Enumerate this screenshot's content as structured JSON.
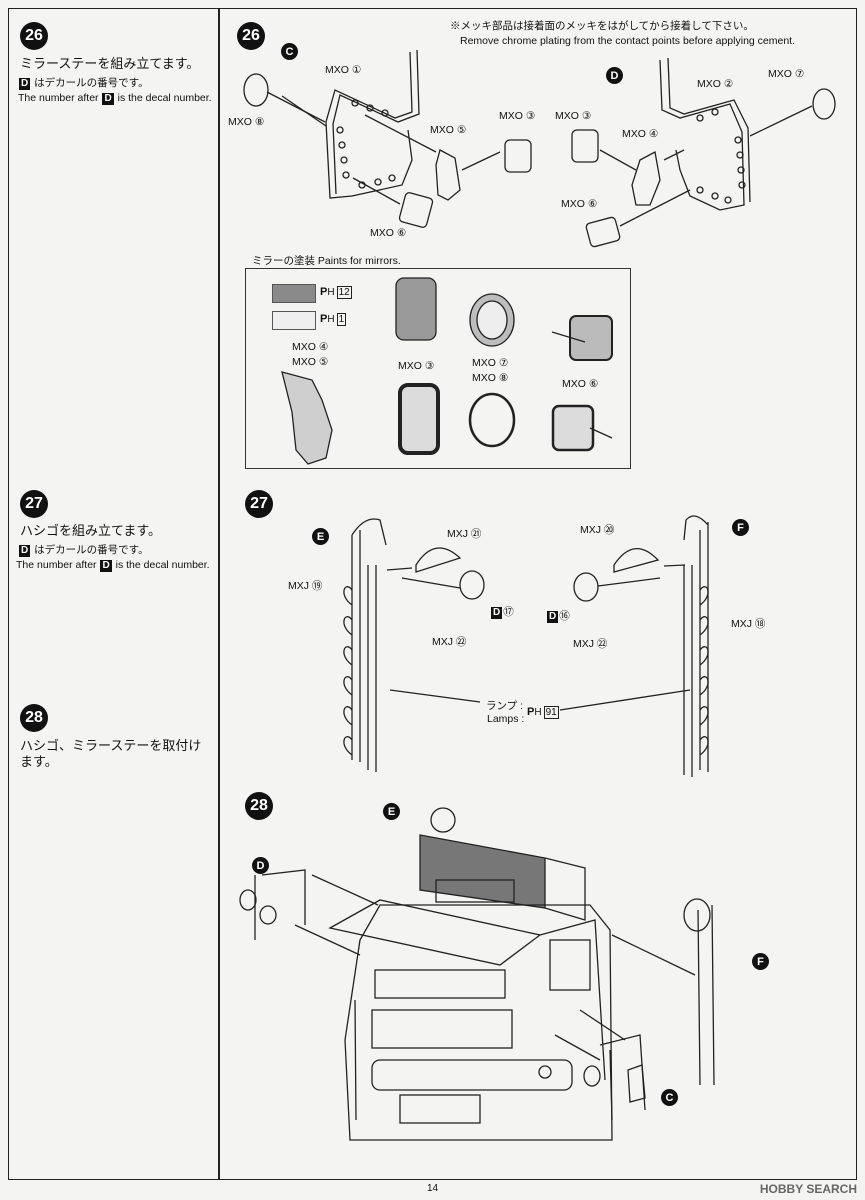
{
  "note": {
    "jp": "※メッキ部品は接着面のメッキをはがしてから接着して下さい。",
    "en": "Remove chrome plating from the contact points before applying cement."
  },
  "left": {
    "s26": {
      "num": "26",
      "jp": "ミラーステーを組み立てます。",
      "decal_jp": "はデカールの番号です。",
      "decal_en_a": "The number after",
      "decal_en_b": "is the decal number.",
      "d": "D"
    },
    "s27": {
      "num": "27",
      "jp": "ハシゴを組み立てます。",
      "decal_jp": "はデカールの番号です。",
      "decal_en_a": "The number after",
      "decal_en_b": "is the decal number.",
      "d": "D"
    },
    "s28": {
      "num": "28",
      "jp_line1": "ハシゴ、ミラーステーを取付け",
      "jp_line2": "ます。"
    }
  },
  "diagram26": {
    "num": "26",
    "letters": {
      "c": "C",
      "d": "D"
    },
    "labels": {
      "mxo1": "MXO ①",
      "mxo8": "MXO ⑧",
      "mxo5": "MXO ⑤",
      "mxo3a": "MXO ③",
      "mxo6a": "MXO ⑥",
      "mxo2": "MXO ②",
      "mxo7": "MXO ⑦",
      "mxo3b": "MXO ③",
      "mxo4": "MXO ④",
      "mxo6b": "MXO ⑥"
    }
  },
  "paints": {
    "title": "ミラーの塗装  Paints for mirrors.",
    "swatch1": {
      "code": "H",
      "num": "12",
      "color": "#8a8a8a"
    },
    "swatch2": {
      "code": "H",
      "num": "1",
      "color": "#efefef"
    },
    "labels": {
      "p4": "MXO ④",
      "p5": "MXO ⑤",
      "p3": "MXO ③",
      "p7": "MXO ⑦",
      "p8": "MXO ⑧",
      "p6": "MXO ⑥"
    }
  },
  "diagram27": {
    "num": "27",
    "letters": {
      "e": "E",
      "f": "F"
    },
    "labels": {
      "mxj21": "MXJ ㉑",
      "mxj19": "MXJ ⑲",
      "d17": "⑰",
      "mxj22a": "MXJ ㉒",
      "mxj20": "MXJ ⑳",
      "d16": "⑯",
      "mxj22b": "MXJ ㉒",
      "mxj18": "MXJ ⑱",
      "lamps_jp": "ランプ :",
      "lamps_en": "Lamps :",
      "lamps_code": "H",
      "lamps_num": "91",
      "d": "D"
    }
  },
  "diagram28": {
    "num": "28",
    "letters": {
      "e": "E",
      "d": "D",
      "f": "F",
      "c": "C"
    }
  },
  "footer": {
    "page": "14",
    "watermark": "HOBBY SEARCH"
  }
}
